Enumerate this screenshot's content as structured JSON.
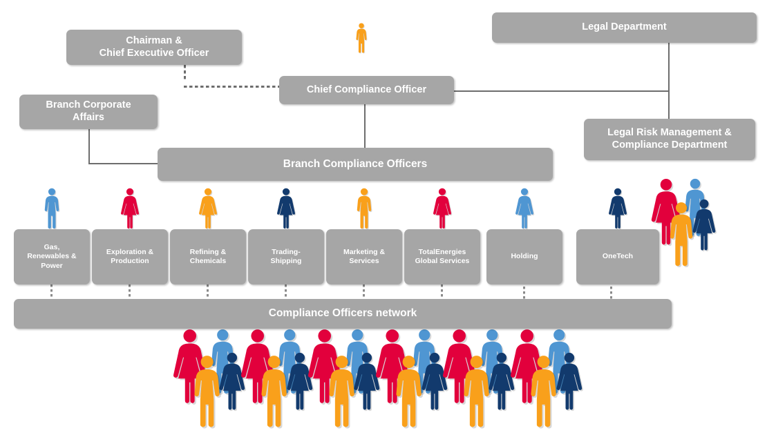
{
  "diagram": {
    "title": "Compliance organisation chart",
    "colors": {
      "box_fill": "#a6a6a6",
      "box_text": "#ffffff",
      "line": "#6d6d6d",
      "person_red": "#e2003c",
      "person_light_blue": "#4f96d2",
      "person_orange": "#f9a01b",
      "person_dark_blue": "#123a6d",
      "background": "#ffffff"
    },
    "nodes": {
      "chairman": "Chairman &\nChief Executive Officer",
      "chairman_line1": "Chairman &",
      "chairman_line2": "Chief Executive Officer",
      "chief_compliance_officer": "Chief Compliance Officer",
      "legal_department": "Legal Department",
      "branch_corporate_affairs_line1": "Branch Corporate",
      "branch_corporate_affairs_line2": "Affairs",
      "legal_risk_line1": "Legal Risk Management &",
      "legal_risk_line2": "Compliance Department",
      "branch_compliance_officers": "Branch Compliance Officers",
      "compliance_officers_network": "Compliance Officers network"
    },
    "branches": [
      {
        "id": "gas-renewables-power",
        "lines": [
          "Gas,",
          "Renewables &",
          "Power"
        ],
        "figure": "male",
        "color": "#4f96d2"
      },
      {
        "id": "exploration-production",
        "lines": [
          "Exploration &",
          "Production"
        ],
        "figure": "female",
        "color": "#e2003c"
      },
      {
        "id": "refining-chemicals",
        "lines": [
          "Refining &",
          "Chemicals"
        ],
        "figure": "female",
        "color": "#f9a01b"
      },
      {
        "id": "trading-shipping",
        "lines": [
          "Trading-",
          "Shipping"
        ],
        "figure": "female",
        "color": "#123a6d"
      },
      {
        "id": "marketing-services",
        "lines": [
          "Marketing &",
          "Services"
        ],
        "figure": "male",
        "color": "#f9a01b"
      },
      {
        "id": "totalenergies-global-services",
        "lines": [
          "TotalEnergies",
          "Global Services"
        ],
        "figure": "female",
        "color": "#e2003c"
      },
      {
        "id": "holding",
        "lines": [
          "Holding"
        ],
        "figure": "female",
        "color": "#4f96d2"
      },
      {
        "id": "onetech",
        "lines": [
          "OneTech"
        ],
        "figure": "female",
        "color": "#123a6d"
      }
    ],
    "network_clusters": 6,
    "cluster_composition": [
      {
        "role": "female",
        "color": "#e2003c"
      },
      {
        "role": "male",
        "color": "#4f96d2"
      },
      {
        "role": "female",
        "color": "#123a6d"
      },
      {
        "role": "male",
        "color": "#f9a01b"
      }
    ],
    "icons": {
      "person_male": "person-male-icon",
      "person_female": "person-female-icon",
      "people_group": "people-group-icon"
    }
  }
}
